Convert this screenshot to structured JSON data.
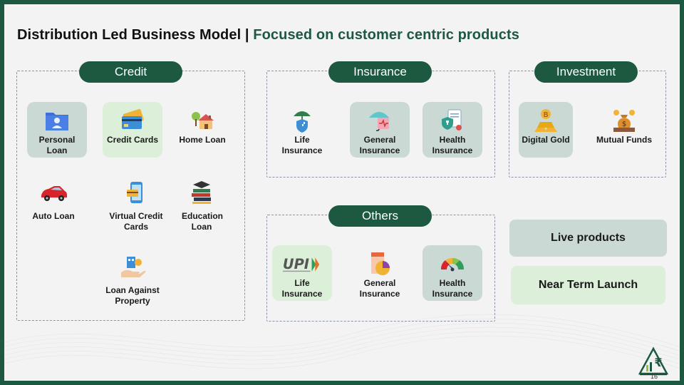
{
  "title": {
    "main": "Distribution Led Business Model |",
    "accent": "Focused on customer centric products"
  },
  "sections": {
    "credit": "Credit",
    "insurance": "Insurance",
    "investment": "Investment",
    "others": "Others"
  },
  "credit_items": {
    "personal_loan": "Personal Loan",
    "credit_cards": "Credit Cards",
    "home_loan": "Home Loan",
    "auto_loan": "Auto Loan",
    "virtual_credit_cards": "Virtual Credit Cards",
    "education_loan": "Education Loan",
    "loan_against_property": "Loan Against Property"
  },
  "insurance_items": {
    "life": "Life Insurance",
    "general": "General Insurance",
    "health": "Health Insurance"
  },
  "investment_items": {
    "digital_gold": "Digital Gold",
    "mutual_funds": "Mutual Funds"
  },
  "others_items": {
    "upi": "Life Insurance",
    "general": "General Insurance",
    "health": "Health Insurance"
  },
  "legend": {
    "live": "Live products",
    "near": "Near Term Launch"
  },
  "upi_logo_text": "UPI",
  "page_number": "16",
  "colors": {
    "brand": "#1d5941",
    "live": "#cbd9d5",
    "near": "#dcefd9"
  }
}
